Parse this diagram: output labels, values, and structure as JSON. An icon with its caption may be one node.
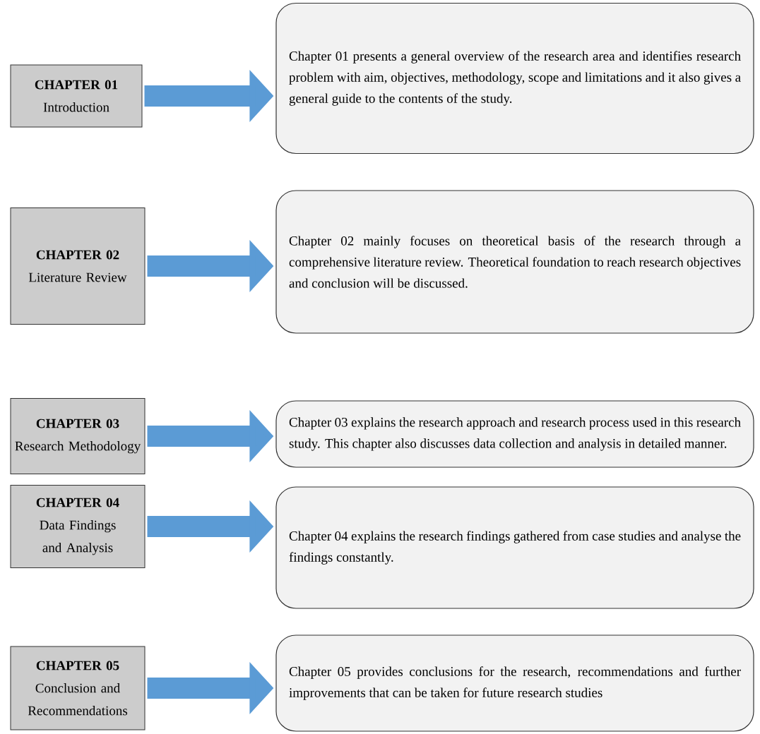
{
  "diagram": {
    "nodes": [
      {
        "text": [
          "CHAPTER 01",
          "Introduction"
        ]
      },
      {
        "text": [
          "Chapter 01 presents a general overview of the research area and identifies research problem with aim, objectives, methodology, scope and limitations and it also gives a general guide to the contents of the study."
        ]
      },
      {
        "text": [
          "CHAPTER 02",
          "Literature Review"
        ]
      },
      {
        "text": [
          "Chapter 02 mainly focuses on theoretical basis of the research through a comprehensive literature review. Theoretical foundation to reach research objectives and conclusion will be discussed."
        ]
      },
      {
        "text": [
          "CHAPTER 03",
          "Research Methodology"
        ]
      },
      {
        "text": [
          "Chapter 03 explains the research approach and research process used in this research study. This chapter also discusses data collection and analysis in detailed manner."
        ]
      },
      {
        "text": [
          "CHAPTER 04",
          "Data Findings and Analysis"
        ]
      },
      {
        "text": [
          "Chapter 04 explains the research findings gathered from case studies and analyse the findings constantly."
        ]
      },
      {
        "text": [
          "CHAPTER 05",
          "Conclusion and Recommendations"
        ]
      },
      {
        "text": [
          "Chapter 05 provides conclusions for the research, recommendations and further improvements that can be taken for future research studies"
        ]
      }
    ],
    "edges": [
      {
        "from": 0,
        "to": 1,
        "arrow": "to"
      },
      {
        "from": 2,
        "to": 3,
        "arrow": "to"
      },
      {
        "from": 4,
        "to": 5,
        "arrow": "to"
      },
      {
        "from": 6,
        "to": 7,
        "arrow": "to"
      },
      {
        "from": 8,
        "to": 9,
        "arrow": "to"
      }
    ]
  }
}
